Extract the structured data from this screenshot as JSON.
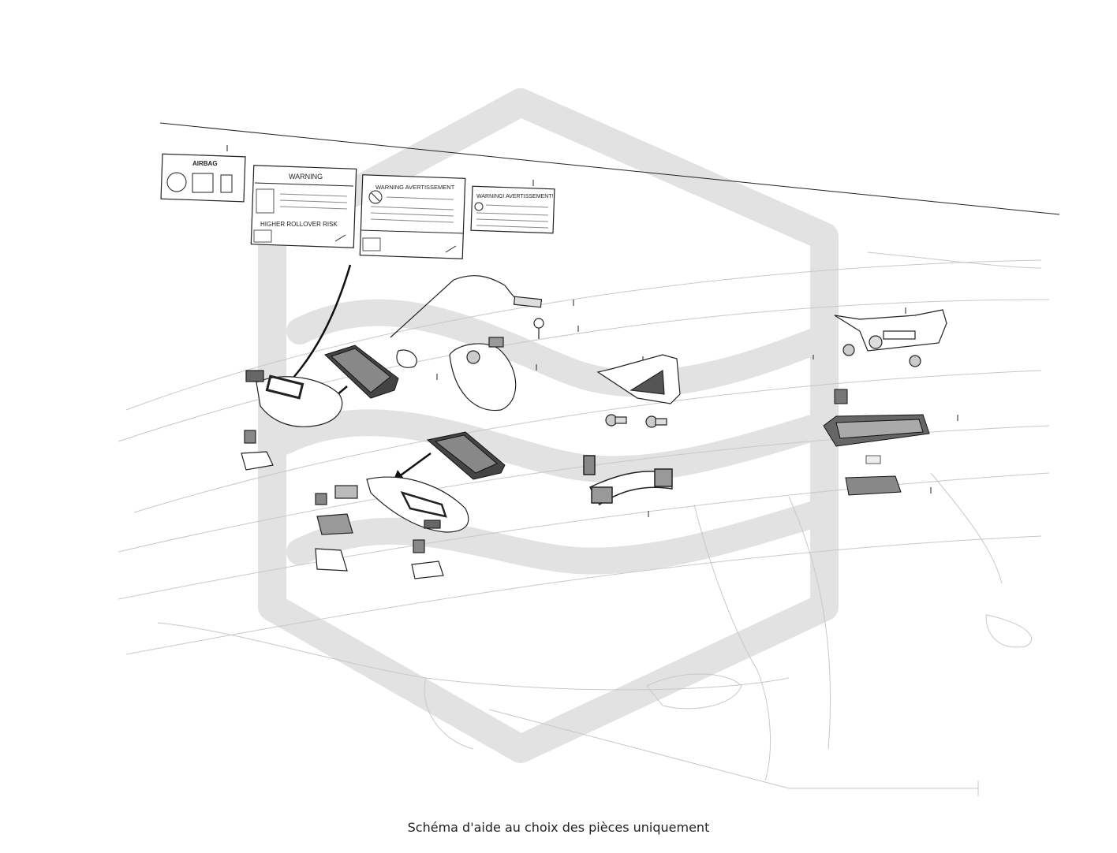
{
  "diagram": {
    "caption": "Schéma d'aide au choix des pièces uniquement",
    "labels": {
      "airbag": "AIRBAG",
      "warning": "WARNING",
      "higher_rollover_risk": "HIGHER ROLLOVER RISK",
      "warning_avertissement_1": "WARNING AVERTISSEMENT",
      "warning_avertissement_2": "WARNING! AVERTISSEMENT!"
    },
    "watermark_color": "#e2e2e2",
    "line_color": "#222222",
    "background_color": "#ffffff"
  }
}
